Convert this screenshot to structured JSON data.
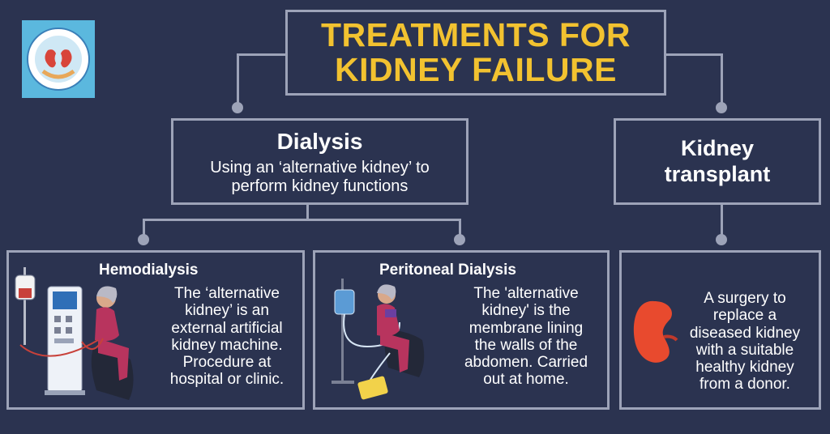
{
  "title": {
    "line1": "TREATMENTS FOR",
    "line2": "KIDNEY FAILURE"
  },
  "dialysis": {
    "heading": "Dialysis",
    "line1": "Using an ‘alternative kidney’ to",
    "line2": "perform kidney functions"
  },
  "transplant": {
    "line1": "Kidney",
    "line2": "transplant",
    "desc": [
      "A surgery to",
      "replace a",
      "diseased kidney",
      "with a suitable",
      "healthy kidney",
      "from a donor."
    ]
  },
  "hemodialysis": {
    "heading": "Hemodialysis",
    "desc": [
      "The ‘alternative",
      "kidney’ is an",
      "external artificial",
      "kidney machine.",
      "Procedure at",
      "hospital or clinic."
    ]
  },
  "peritoneal": {
    "heading": "Peritoneal Dialysis",
    "desc": [
      "The 'alternative",
      "kidney' is the",
      "membrane lining",
      "the walls of the",
      "abdomen. Carried",
      "out at home."
    ]
  },
  "colors": {
    "background": "#2b3350",
    "accent": "#f2c230",
    "border": "#9da3b8",
    "kidney": "#e84a2e"
  }
}
